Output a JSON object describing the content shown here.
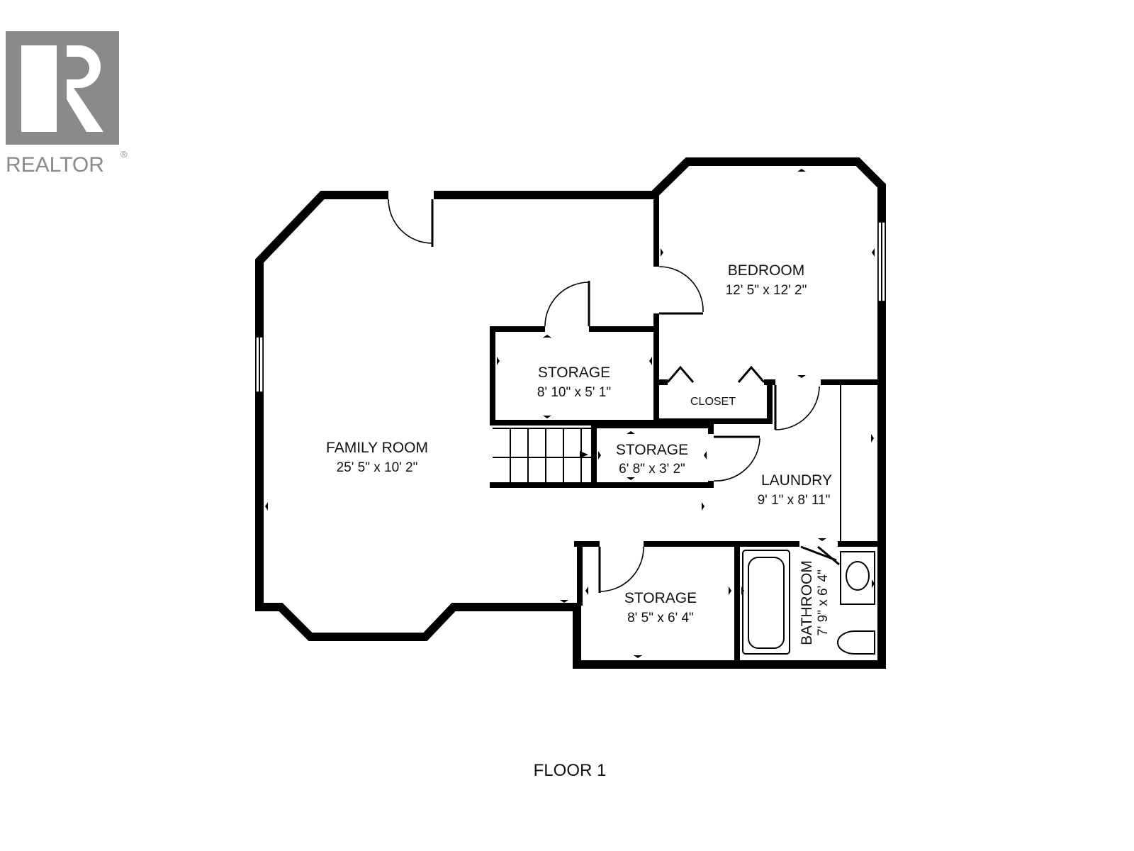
{
  "logo": {
    "mark": "R",
    "text": "REALTOR",
    "registered": "®",
    "color": "#8a8a8a"
  },
  "rooms": {
    "family_room": {
      "name": "FAMILY ROOM",
      "dimensions": "25' 5\" x 10' 2\""
    },
    "bedroom": {
      "name": "BEDROOM",
      "dimensions": "12' 5\" x 12' 2\""
    },
    "storage_1": {
      "name": "STORAGE",
      "dimensions": "8' 10\" x 5' 1\""
    },
    "closet": {
      "name": "CLOSET"
    },
    "storage_2": {
      "name": "STORAGE",
      "dimensions": "6' 8\" x 3' 2\""
    },
    "laundry": {
      "name": "LAUNDRY",
      "dimensions": "9' 1\" x 8' 11\""
    },
    "storage_3": {
      "name": "STORAGE",
      "dimensions": "8' 5\" x 6' 4\""
    },
    "bathroom": {
      "name": "BATHROOM",
      "dimensions": "7' 9\" x 6' 4\""
    }
  },
  "floor_label": "FLOOR 1",
  "colors": {
    "walls": "#000000",
    "background": "#ffffff"
  }
}
